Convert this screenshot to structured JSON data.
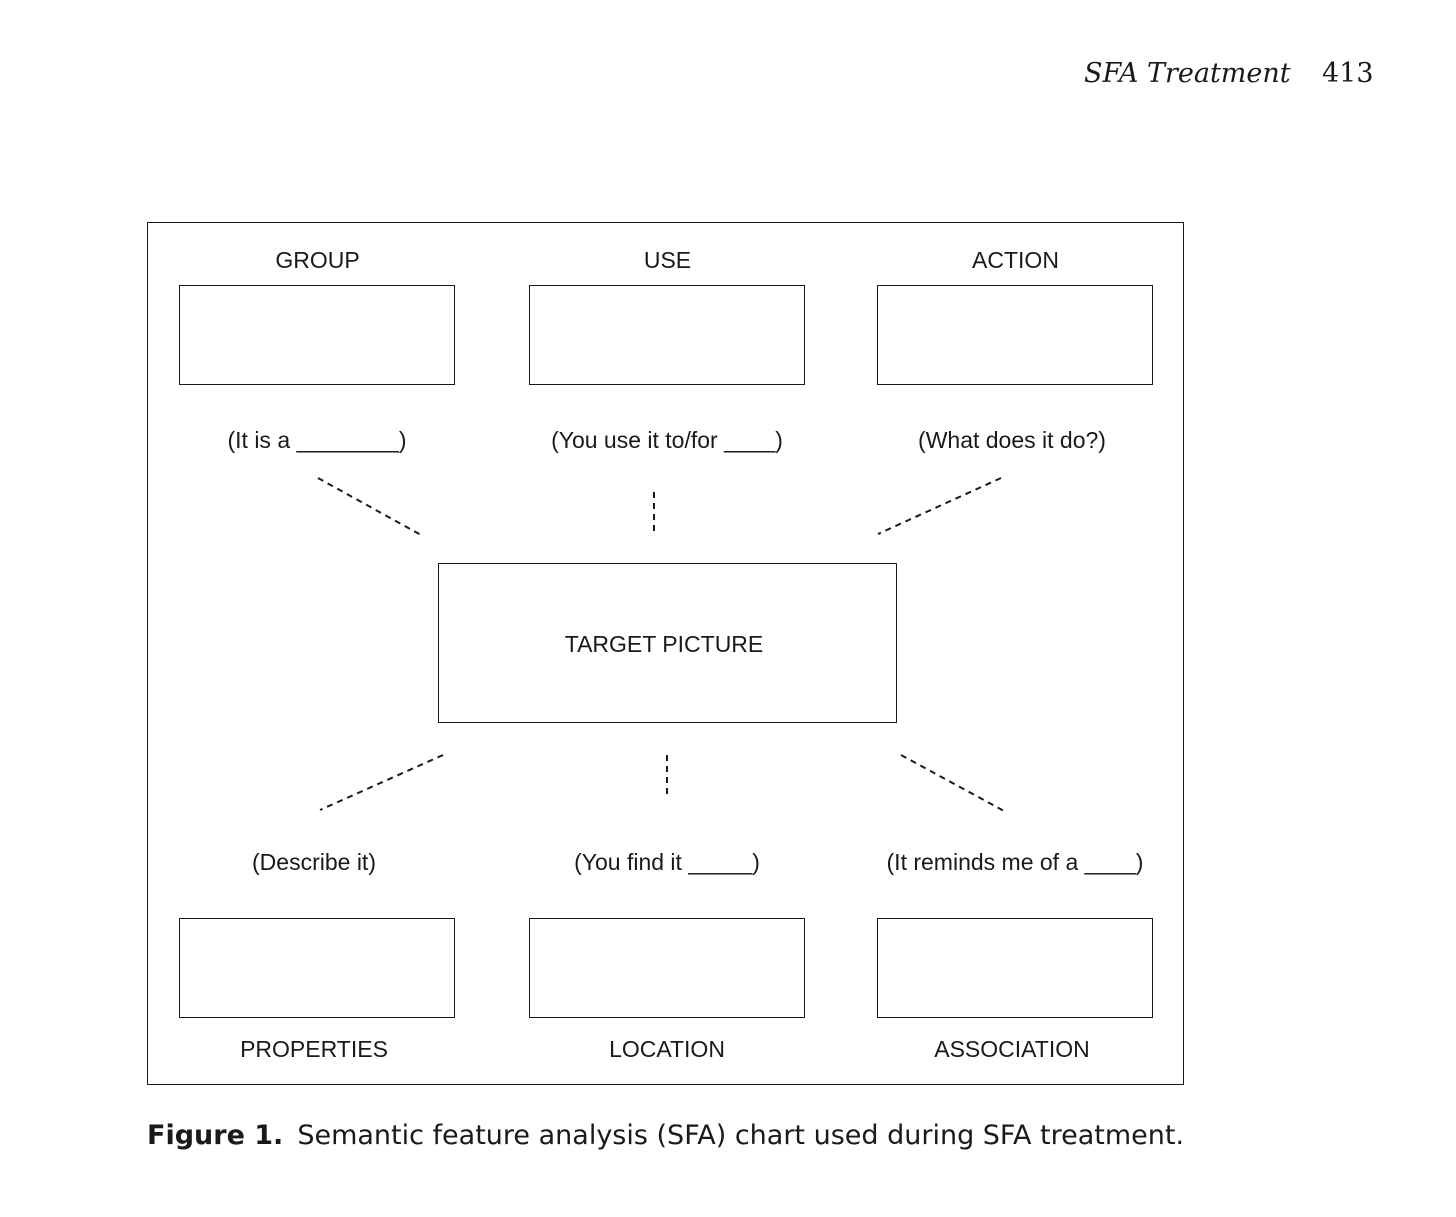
{
  "running_head": {
    "title": "SFA Treatment",
    "page_number": "413"
  },
  "diagram": {
    "center": {
      "label": "TARGET PICTURE"
    },
    "top_features": [
      {
        "heading": "GROUP",
        "prompt": "(It is a ________)"
      },
      {
        "heading": "USE",
        "prompt": "(You use it to/for ____)"
      },
      {
        "heading": "ACTION",
        "prompt": "(What does it do?)"
      }
    ],
    "bottom_features": [
      {
        "prompt": "(Describe it)",
        "heading": "PROPERTIES"
      },
      {
        "prompt": "(You find it _____)",
        "heading": "LOCATION"
      },
      {
        "prompt": "(It reminds me of a ____)",
        "heading": "ASSOCIATION"
      }
    ]
  },
  "caption": {
    "label": "Figure 1.",
    "text": "Semantic feature analysis (SFA) chart used during SFA treatment."
  }
}
